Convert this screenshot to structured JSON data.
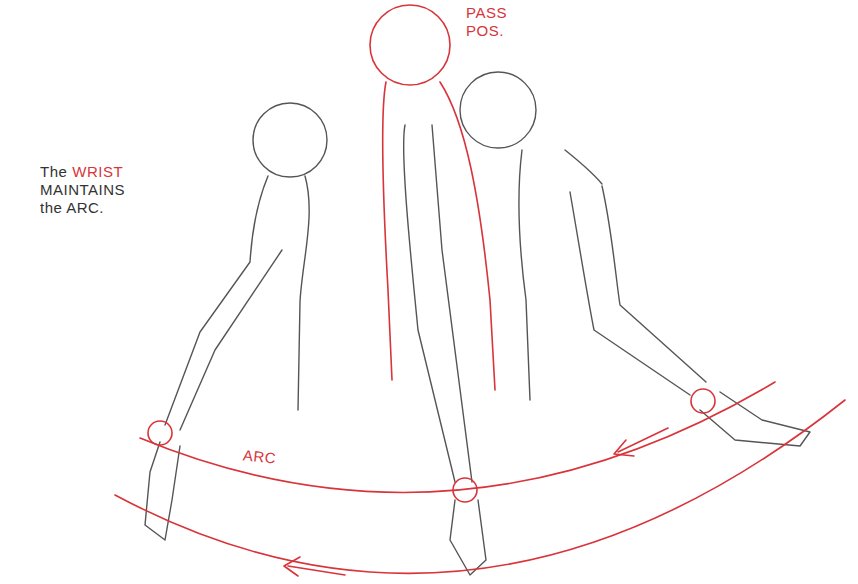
{
  "diagram": {
    "labels": [
      "PASS POS.",
      "The",
      "WRIST",
      "MAINTAINS the ARC.",
      "ARC"
    ]
  }
}
